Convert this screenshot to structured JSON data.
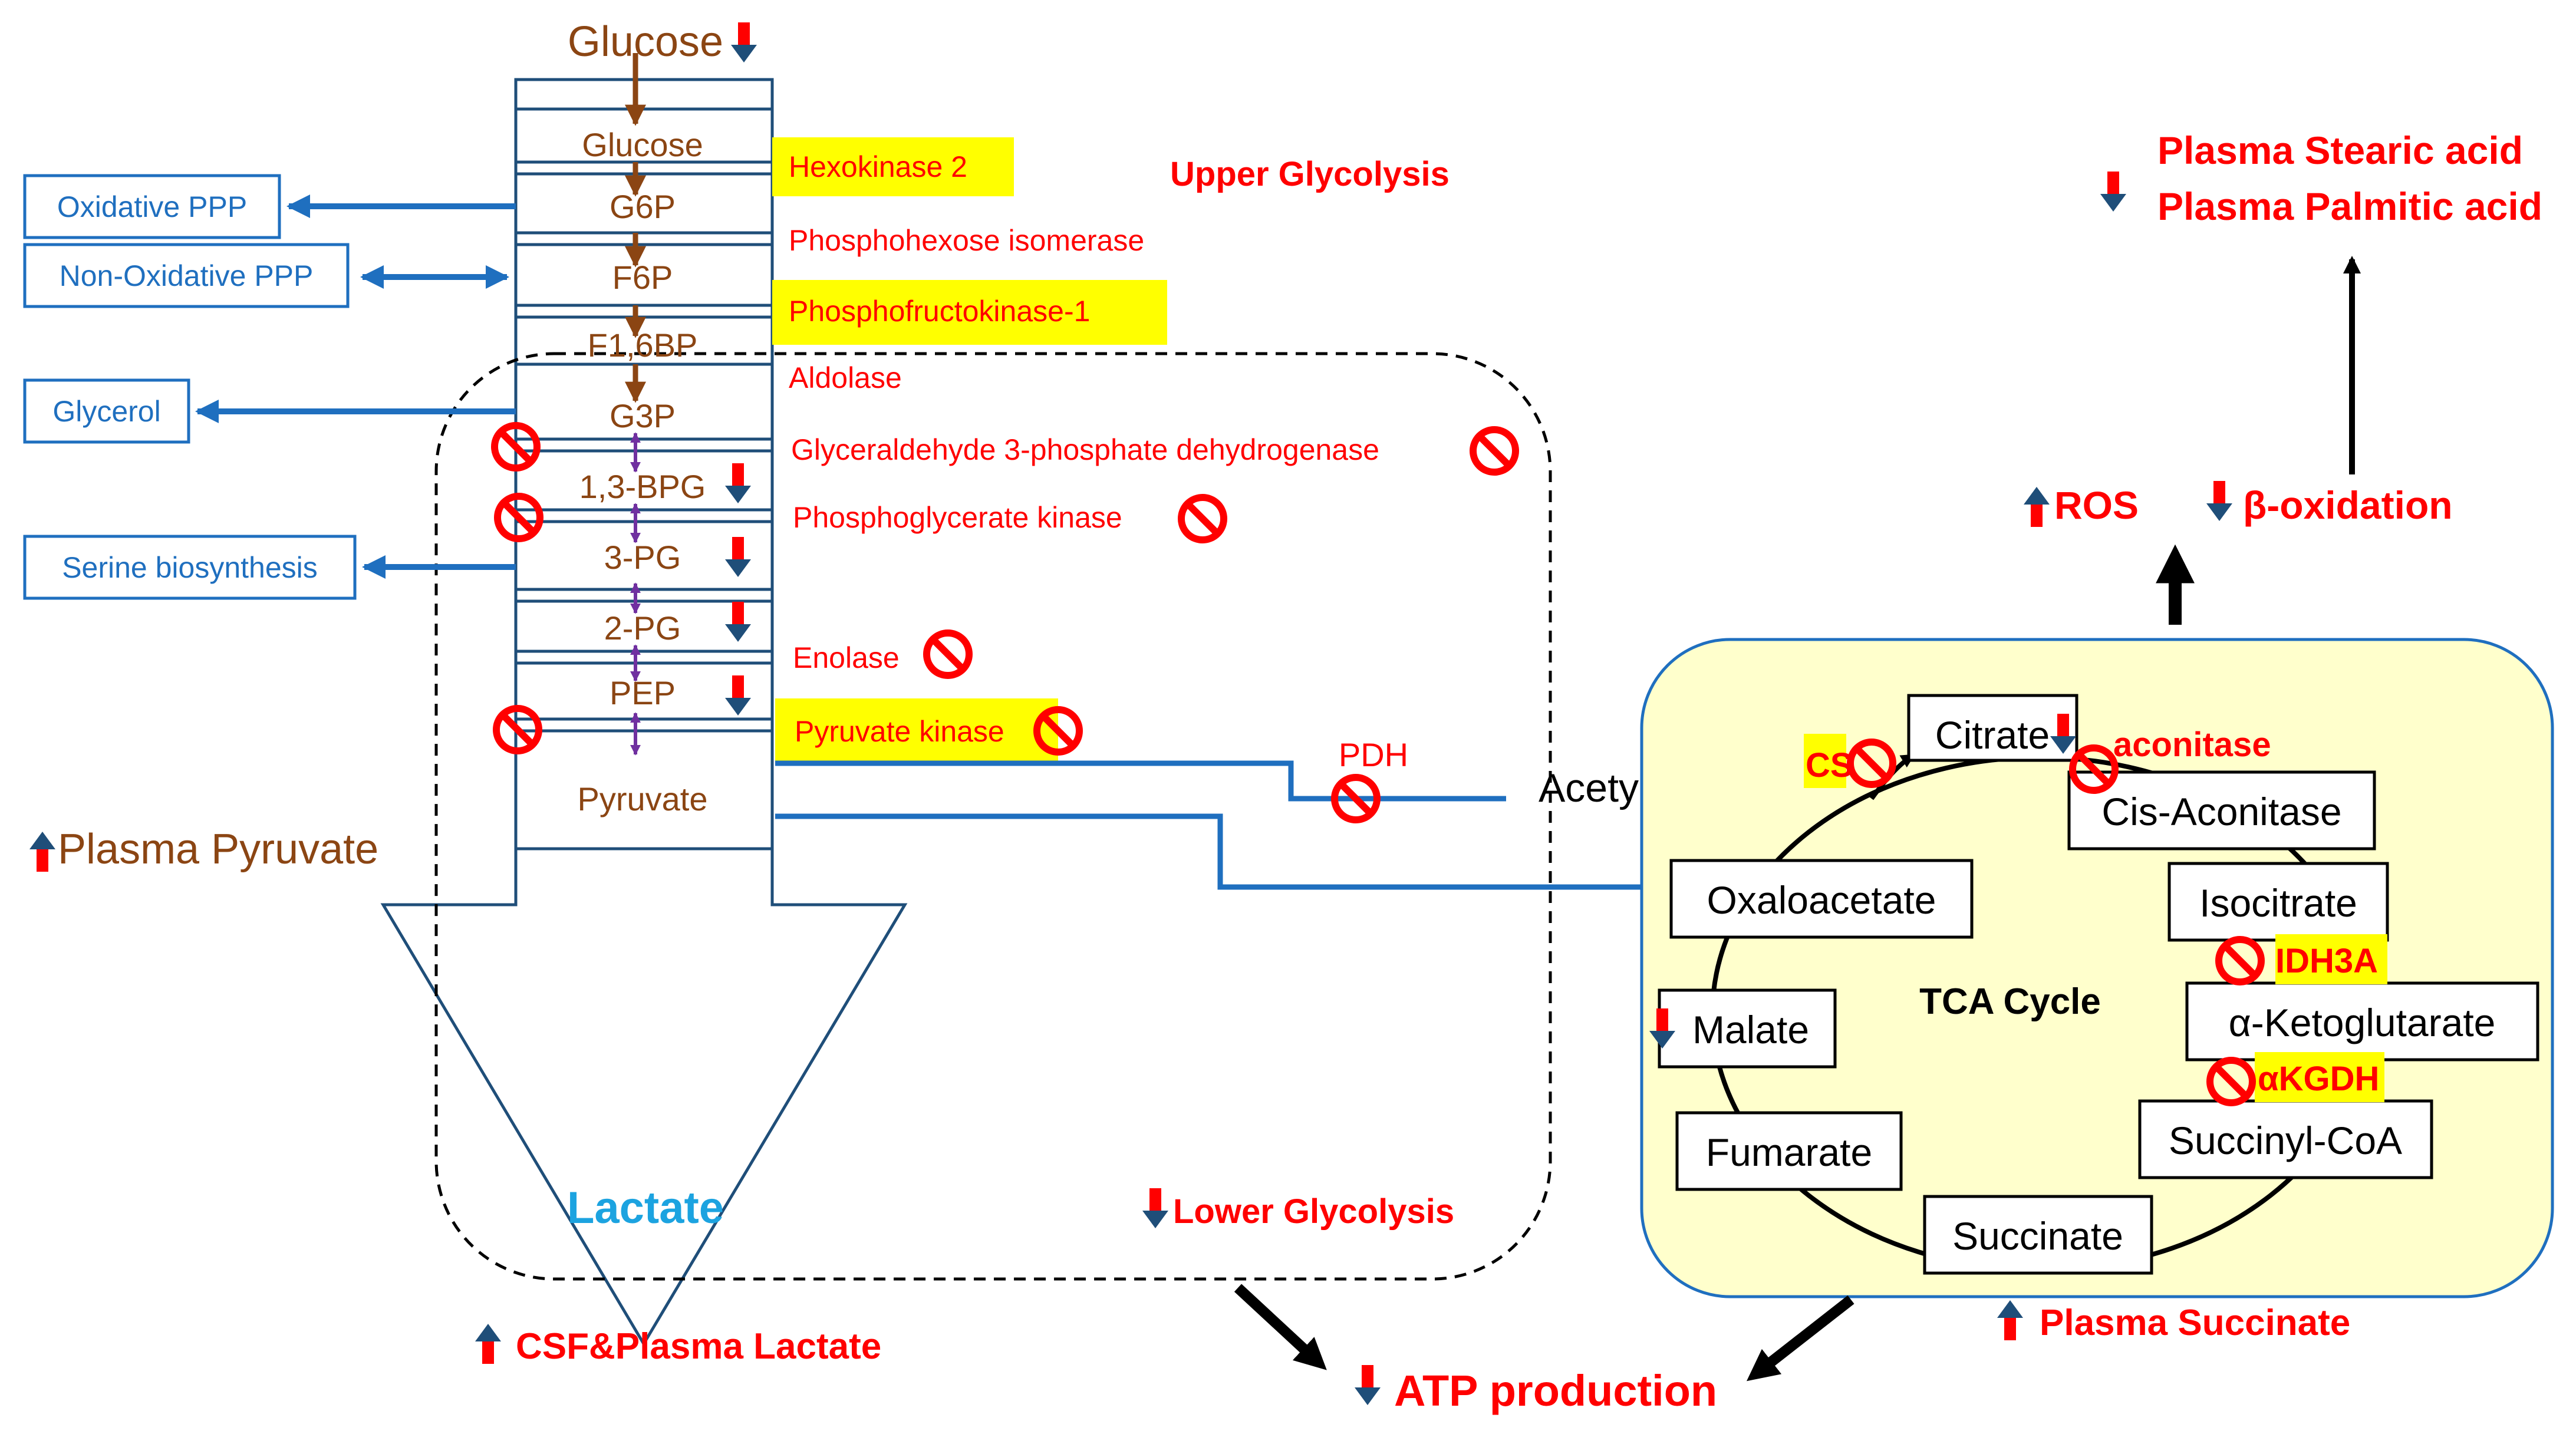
{
  "colors": {
    "brown": "#8B4513",
    "red": "#FF0000",
    "blue": "#1F6FBF",
    "navy": "#1F4E79",
    "highlight": "#FFFF00",
    "tca_fill": "#FFFFCC",
    "lactate_blue": "#1CA3E0",
    "purple": "#7030A0",
    "black": "#000000"
  },
  "top_glucose": "Glucose",
  "glycolysis": {
    "metabolites": [
      "Glucose",
      "G6P",
      "F6P",
      "F1,6BP",
      "G3P",
      "1,3-BPG",
      "3-PG",
      "2-PG",
      "PEP",
      "Pyruvate"
    ],
    "enzymes": [
      "Hexokinase 2",
      "Phosphohexose isomerase",
      "Phosphofructokinase-1",
      "Aldolase",
      "Glyceraldehyde 3-phosphate dehydrogenase",
      "Phosphoglycerate kinase",
      "Enolase",
      "Pyruvate kinase"
    ],
    "upper_label": "Upper Glycolysis",
    "lower_label": "Lower Glycolysis",
    "lactate": "Lactate"
  },
  "side_pathways": [
    "Oxidative PPP",
    "Non-Oxidative PPP",
    "Glycerol",
    "Serine biosynthesis"
  ],
  "plasma_pyruvate": "Plasma Pyruvate",
  "csf_plasma_lactate": "CSF&Plasma Lactate",
  "pdh": "PDH",
  "acetyl_coa": "Acetyl-CoA",
  "tca": {
    "title": "TCA Cycle",
    "metabolites": [
      "Citrate",
      "Cis-Aconitase",
      "Isocitrate",
      "α-Ketoglutarate",
      "Succinyl-CoA",
      "Succinate",
      "Fumarate",
      "Malate",
      "Oxaloacetate"
    ],
    "enzymes": [
      "CS",
      "aconitase",
      "IDH3A",
      "αKGDH"
    ]
  },
  "plasma_succinate": "Plasma Succinate",
  "atp": "ATP production",
  "ros": "ROS",
  "beta_oxidation": "β-oxidation",
  "plasma_fatty_acids": [
    "Plasma Stearic acid",
    "Plasma Palmitic acid"
  ]
}
